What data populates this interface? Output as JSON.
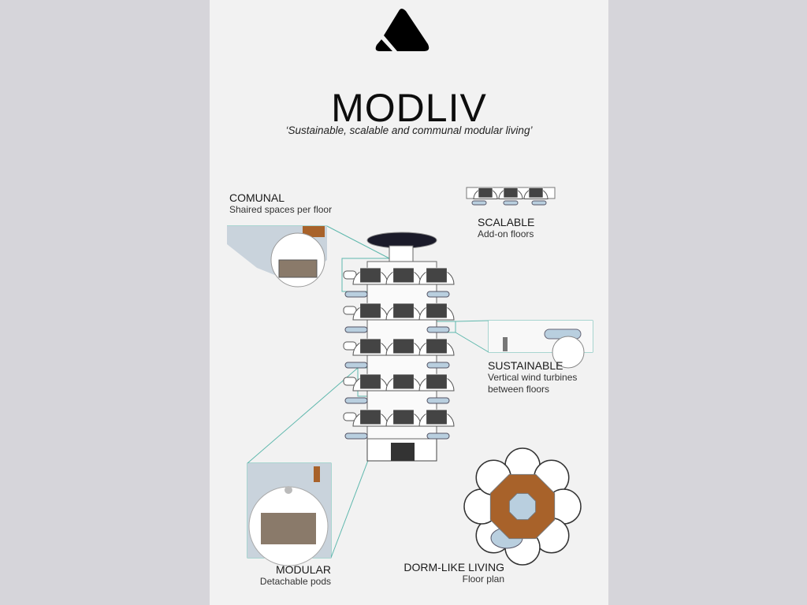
{
  "title": "MODLIV",
  "tagline": "‘Sustainable, scalable and communal modular living’",
  "logo": "triangle-logo",
  "features": {
    "comunal": {
      "heading": "COMUNAL",
      "sub": "Shaired spaces per floor"
    },
    "scalable": {
      "heading": "SCALABLE",
      "sub": "Add-on floors"
    },
    "sustainable": {
      "heading": "SUSTAINABLE",
      "sub1": "Vertical wind turbines",
      "sub2": "between floors"
    },
    "modular": {
      "heading": "MODULAR",
      "sub": "Detachable pods"
    },
    "dorm": {
      "heading": "DORM-LIKE LIVING",
      "sub": "Floor plan"
    }
  },
  "colors": {
    "callout": "#5fb8ad",
    "wood": "#a8622a",
    "glass": "#b9cfdf",
    "background": "#f2f2f2",
    "side": "#d6d5da"
  }
}
